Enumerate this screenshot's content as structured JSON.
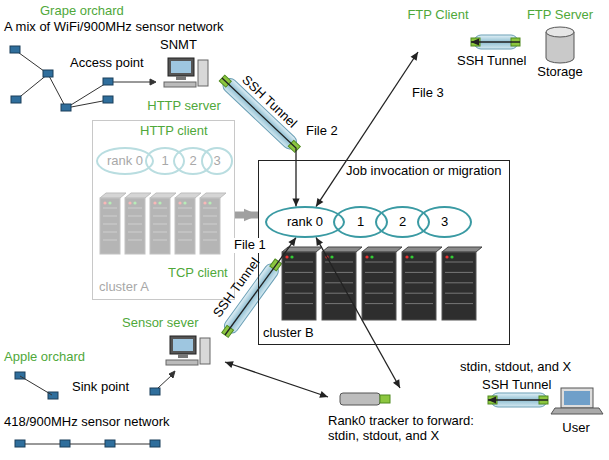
{
  "diagram": {
    "nodes": [
      {
        "text": [
          "cluster A"
        ]
      },
      {
        "text": [
          "rank 0"
        ],
        "in": 0
      },
      {
        "text": [
          "1"
        ],
        "in": 0
      },
      {
        "text": [
          "2"
        ],
        "in": 0
      },
      {
        "text": [
          "3"
        ],
        "in": 0
      },
      {
        "text": [
          "Job invocation or migration",
          "cluster B"
        ]
      },
      {
        "text": [
          "rank 0"
        ],
        "in": 5
      },
      {
        "text": [
          "1"
        ],
        "in": 5
      },
      {
        "text": [
          "2"
        ],
        "in": 5
      },
      {
        "text": [
          "3"
        ],
        "in": 5
      },
      {
        "text": [
          "HTTP server"
        ]
      },
      {
        "text": [
          "Sensor sever"
        ]
      },
      {
        "text": [
          "FTP Client"
        ]
      },
      {
        "text": [
          "FTP Server",
          "Storage"
        ]
      },
      {
        "text": [
          "Rank0 tracker to forward: stdin, stdout, and X"
        ]
      },
      {
        "text": [
          "User"
        ]
      }
    ],
    "edges": [
      {
        "from": 10,
        "to": 6,
        "label": "File 2",
        "arrow": "to"
      },
      {
        "from": 11,
        "to": 6,
        "label": "File 1",
        "arrow": "to"
      },
      {
        "from": 12,
        "to": 6,
        "label": "File 3",
        "arrow": "both"
      },
      {
        "from": 13,
        "to": 12,
        "arrow": "to"
      },
      {
        "from": 11,
        "to": 14,
        "arrow": "both"
      },
      {
        "from": 14,
        "to": 6,
        "arrow": "both"
      },
      {
        "from": 15,
        "to": 14,
        "arrow": "to"
      },
      {
        "from": 0,
        "to": 5,
        "arrow": "to"
      }
    ],
    "labels": [
      "Grape orchard",
      "A mix of WiFi/900MHz sensor network",
      "SNMT",
      "Access point",
      "SSH Tunnel",
      "HTTP client",
      "SSH Tunnel",
      "TCP client",
      "SSH Tunnel",
      "Apple orchard",
      "Sink point",
      "418/900MHz sensor network",
      "stdin, stdout, and X",
      "SSH Tunnel"
    ]
  }
}
